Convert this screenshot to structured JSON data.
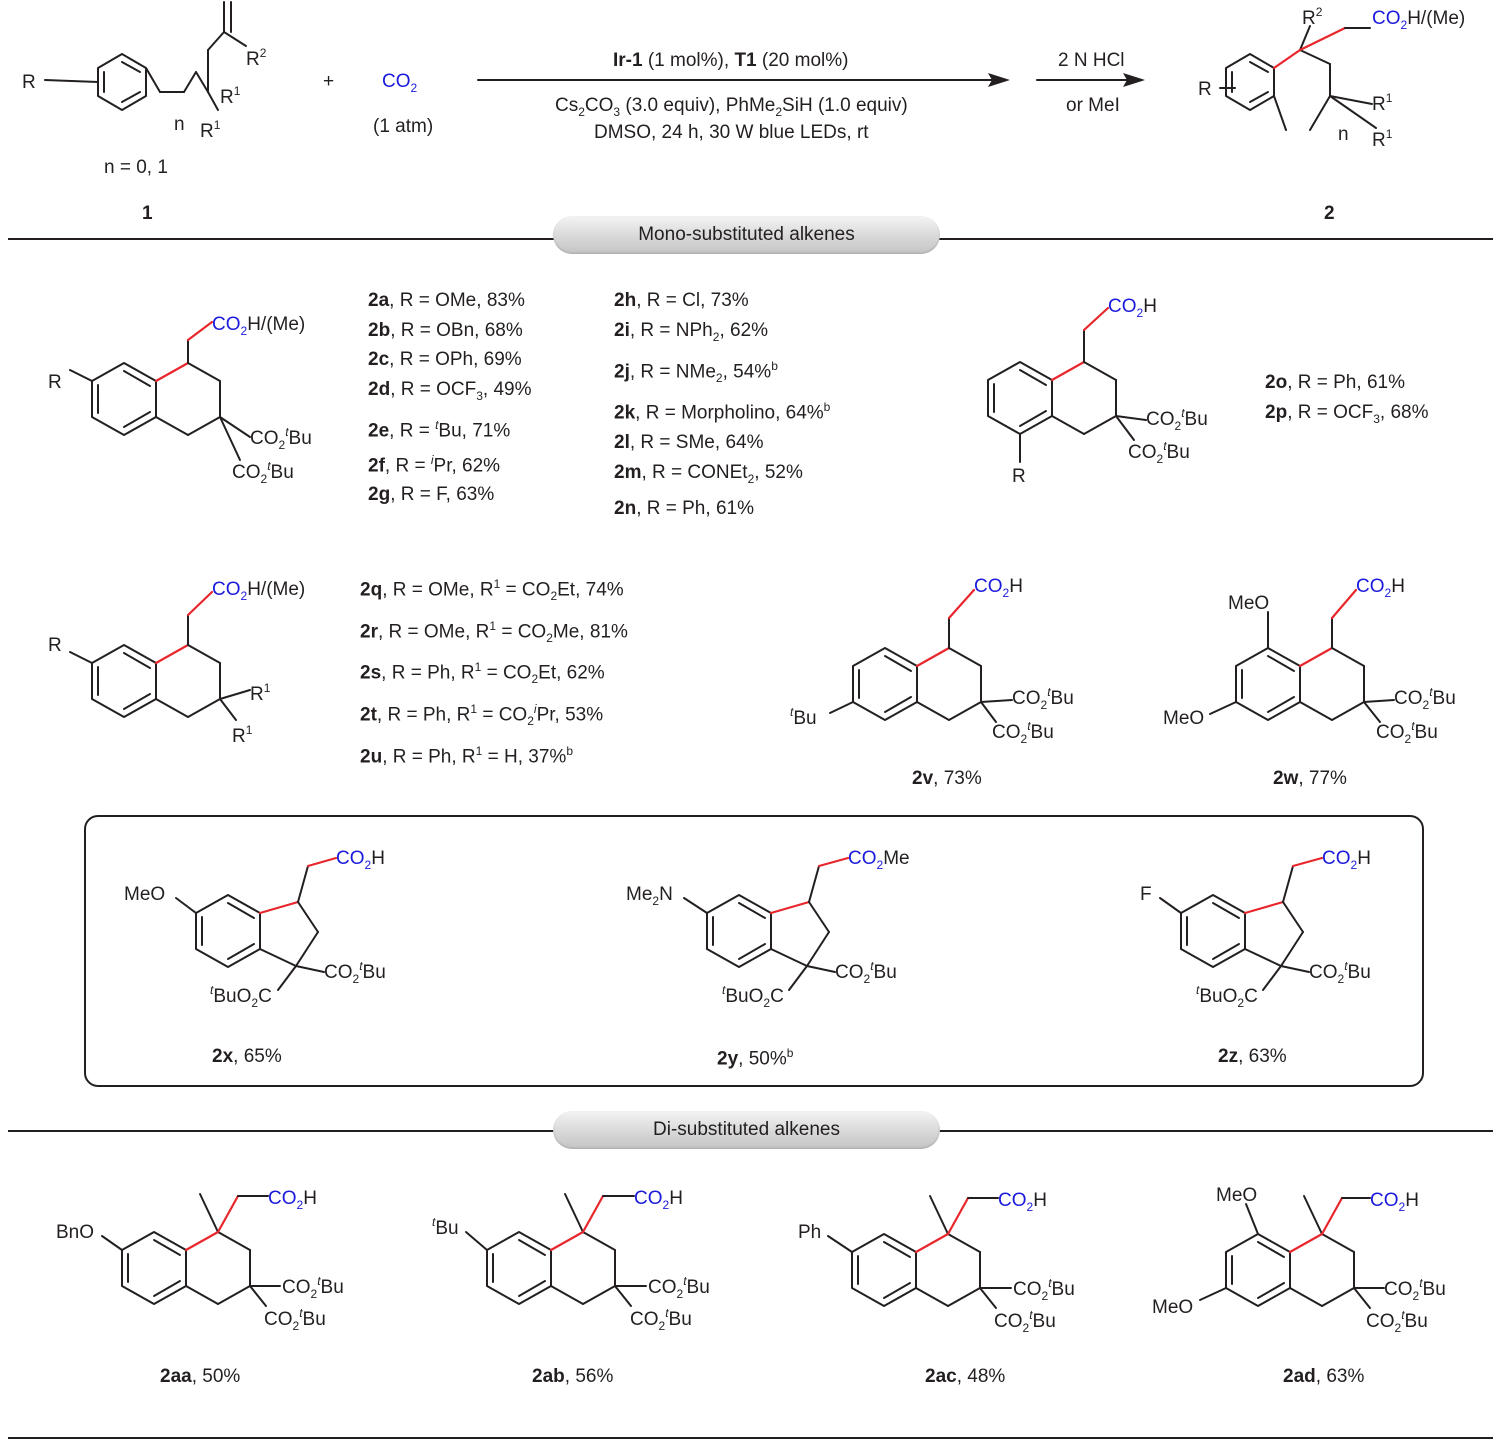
{
  "header": {
    "reagent_conditions_line1": "Ir-1 (1 mol%), T1 (20 mol%)",
    "reagent_conditions_line2": "Cs2CO3 (3.0 equiv), PhMe2SiH (1.0 equiv)",
    "reagent_conditions_line3": "DMSO, 24 h, 30 W blue LEDs, rt",
    "co2_label": "CO2",
    "co2_pressure": "(1 atm)",
    "plus": "+",
    "workup_line1": "2 N HCl",
    "workup_line2": "or MeI",
    "substrate_label": "1",
    "substrate_note": "n = 0, 1",
    "product_label": "2"
  },
  "sections": {
    "mono": "Mono-substituted alkenes",
    "di": "Di-substituted alkenes"
  },
  "entries": {
    "group1": [
      {
        "id": "2a",
        "r": "OMe",
        "yield": "83%"
      },
      {
        "id": "2b",
        "r": "OBn",
        "yield": "68%"
      },
      {
        "id": "2c",
        "r": "OPh",
        "yield": "69%"
      },
      {
        "id": "2d",
        "r": "OCF3",
        "yield": "49%"
      },
      {
        "id": "2e",
        "r": "tBu",
        "yield": "71%"
      },
      {
        "id": "2f",
        "r": "iPr",
        "yield": "62%"
      },
      {
        "id": "2g",
        "r": "F",
        "yield": "63%"
      }
    ],
    "group2": [
      {
        "id": "2h",
        "r": "Cl",
        "yield": "73%"
      },
      {
        "id": "2i",
        "r": "NPh2",
        "yield": "62%"
      },
      {
        "id": "2j",
        "r": "NMe2",
        "yield": "54%b"
      },
      {
        "id": "2k",
        "r": "Morpholino",
        "yield": "64%b"
      },
      {
        "id": "2l",
        "r": "SMe",
        "yield": "64%"
      },
      {
        "id": "2m",
        "r": "CONEt2",
        "yield": "52%"
      },
      {
        "id": "2n",
        "r": "Ph",
        "yield": "61%"
      }
    ],
    "group3": [
      {
        "id": "2o",
        "r": "Ph",
        "yield": "61%"
      },
      {
        "id": "2p",
        "r": "OCF3",
        "yield": "68%"
      }
    ],
    "group4": [
      {
        "id": "2q",
        "r": "OMe",
        "r1": "CO2Et",
        "yield": "74%"
      },
      {
        "id": "2r",
        "r": "OMe",
        "r1": "CO2Me",
        "yield": "81%"
      },
      {
        "id": "2s",
        "r": "Ph",
        "r1": "CO2Et",
        "yield": "62%"
      },
      {
        "id": "2t",
        "r": "Ph",
        "r1": "CO2iPr",
        "yield": "53%"
      },
      {
        "id": "2u",
        "r": "Ph",
        "r1": "H",
        "yield": "37%b"
      }
    ],
    "single": [
      {
        "id": "2v",
        "yield": "73%"
      },
      {
        "id": "2w",
        "yield": "77%"
      },
      {
        "id": "2x",
        "yield": "65%"
      },
      {
        "id": "2y",
        "yield": "50%b"
      },
      {
        "id": "2z",
        "yield": "63%"
      },
      {
        "id": "2aa",
        "yield": "50%"
      },
      {
        "id": "2ab",
        "yield": "56%"
      },
      {
        "id": "2ac",
        "yield": "48%"
      },
      {
        "id": "2ad",
        "yield": "63%"
      }
    ]
  },
  "colors": {
    "new_bond": "#e8262b",
    "co2_group": "#1a1adc",
    "text": "#231f20"
  }
}
